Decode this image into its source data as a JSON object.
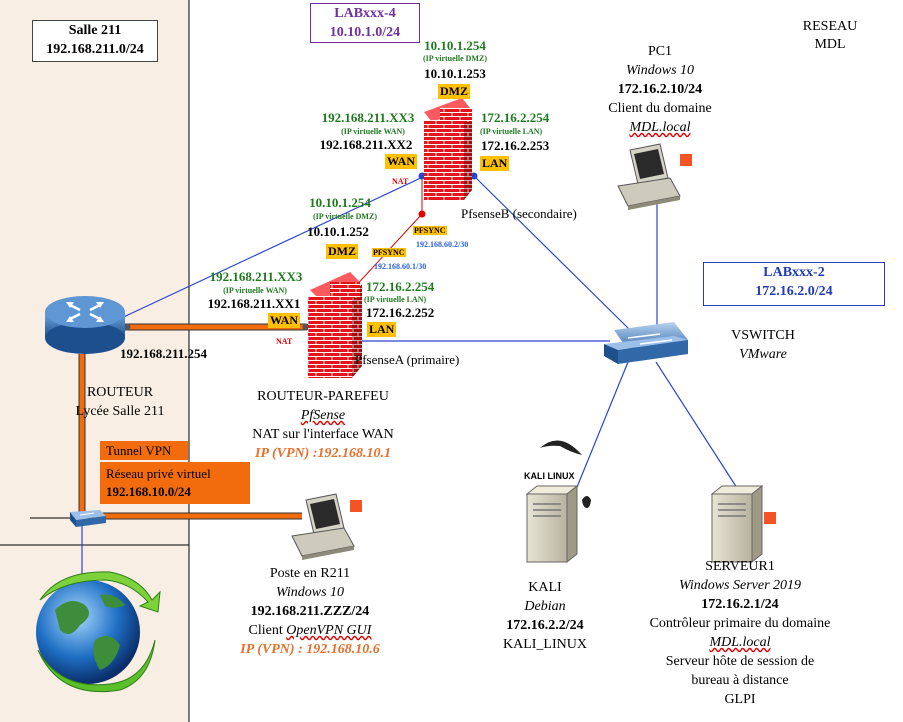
{
  "colors": {
    "salle_bg": "#f8eee4",
    "vpn_orange": "#f26c0d",
    "lab4_border": "#7030a0",
    "lab4_text": "#7030a0",
    "lab2_border": "#2b3db5",
    "lab2_text": "#1f3bb5",
    "green_ip": "#1f7a1f",
    "red_link": "#e00000",
    "blue_link": "#2b45d0"
  },
  "salle": {
    "title": "Salle 211",
    "network": "192.168.211.0/24"
  },
  "lab4": {
    "title": "LABxxx-4",
    "network": "10.10.1.0/24"
  },
  "lab2": {
    "title": "LABxxx-2",
    "network": "172.16.2.0/24"
  },
  "reseau": {
    "line1": "RESEAU",
    "line2": "MDL"
  },
  "pc1": {
    "name": "PC1",
    "os": "Windows 10",
    "ip": "172.16.2.10/24",
    "role": "Client du domaine",
    "domain": "MDL.local"
  },
  "fwB": {
    "dmz_vip": "10.10.1.254",
    "dmz_vip_note": "(IP virtuelle DMZ)",
    "dmz_ip": "10.10.1.253",
    "dmz_tag": "DMZ",
    "wan_vip": "192.168.211.XX3",
    "wan_vip_note": "(IP virtuelle WAN)",
    "wan_ip": "192.168.211.XX2",
    "wan_tag": "WAN",
    "lan_vip": "172.16.2.254",
    "lan_vip_note": "(IP virtuelle LAN)",
    "lan_ip": "172.16.2.253",
    "lan_tag": "LAN",
    "nat": "NAT",
    "name": "PfsenseB (secondaire)"
  },
  "fwA": {
    "dmz_vip": "10.10.1.254",
    "dmz_vip_note": "(IP virtuelle DMZ)",
    "dmz_ip": "10.10.1.252",
    "dmz_tag": "DMZ",
    "wan_vip": "192.168.211.XX3",
    "wan_vip_note": "(IP virtuelle WAN)",
    "wan_ip": "192.168.211.XX1",
    "wan_tag": "WAN",
    "lan_vip": "172.16.2.254",
    "lan_vip_note": "(IP virtuelle LAN)",
    "lan_ip": "172.16.2.252",
    "lan_tag": "LAN",
    "nat": "NAT",
    "name": "PfsenseA (primaire)"
  },
  "pfsync": {
    "tag_b": "PFSYNC",
    "ip_b": "192.168.60.2/30",
    "tag_a": "PFSYNC",
    "ip_a": "192.168.60.1/30"
  },
  "router": {
    "ip": "192.168.211.254",
    "name": "ROUTEUR",
    "location": "Lycée Salle 211"
  },
  "parefeu": {
    "title": "ROUTEUR-PAREFEU",
    "product": "PfSense",
    "nat_note": "NAT sur l'interface WAN",
    "vpn_ip": "IP (VPN) :192.168.10.1"
  },
  "vswitch": {
    "name": "VSWITCH",
    "vendor": "VMware"
  },
  "vpn": {
    "tunnel": "Tunnel VPN",
    "network_label": "Réseau privé virtuel",
    "network": "192.168.10.0/24"
  },
  "poste": {
    "name": "Poste en R211",
    "os": "Windows 10",
    "ip": "192.168.211.ZZZ/24",
    "client_prefix": "Client ",
    "client_app": "OpenVPN GUI",
    "vpn_ip": "IP (VPN) : 192.168.10.6"
  },
  "kali": {
    "logo": "KALI LINUX",
    "name": "KALI",
    "os": "Debian",
    "ip": "172.16.2.2/24",
    "hostname": "KALI_LINUX"
  },
  "serveur1": {
    "name": "SERVEUR1",
    "os": "Windows Server 2019",
    "ip": "172.16.2.1/24",
    "role1": "Contrôleur primaire du domaine",
    "domain": "MDL.local",
    "role2": "Serveur hôte de session de",
    "role3": "bureau à distance",
    "role4": "GLPI"
  }
}
